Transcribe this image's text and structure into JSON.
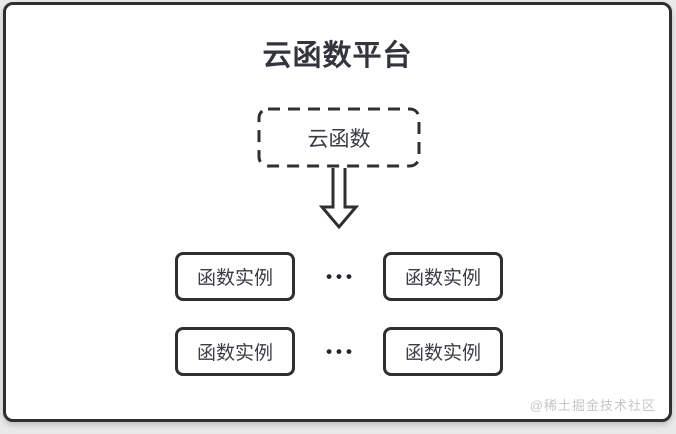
{
  "title": "云函数平台",
  "cloud_box": {
    "label": "云函数"
  },
  "rows": [
    {
      "left_label": "函数实例",
      "separator": "•••",
      "right_label": "函数实例"
    },
    {
      "left_label": "函数实例",
      "separator": "•••",
      "right_label": "函数实例"
    }
  ],
  "watermark": "@稀土掘金技术社区",
  "icons": {
    "arrow_down": "hollow-down-arrow-outline"
  },
  "colors": {
    "stroke": "#2f2f2f",
    "text": "#3a3d43",
    "title_text": "#32353b",
    "outer_background": "#e9e9e9",
    "inner_background": "#ffffff",
    "watermark_text": "#c6c6c6"
  }
}
